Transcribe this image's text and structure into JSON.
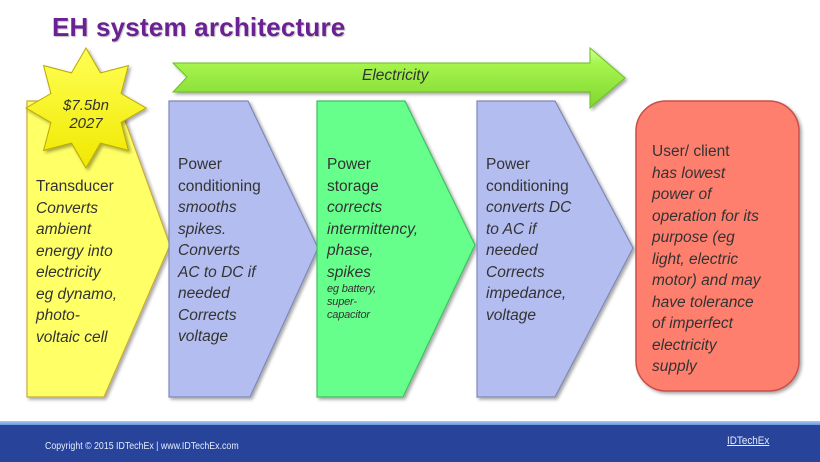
{
  "slide": {
    "title": "EH system architecture",
    "flow_arrow_label": "Electricity",
    "badge": {
      "line1": "$7.5bn",
      "line2": "2027",
      "icon": "star-burst"
    },
    "stages": [
      {
        "heading": "Transducer",
        "lines": [
          "Converts",
          "ambient",
          "energy into",
          "electricity",
          "eg dynamo,",
          "photo-",
          "voltaic cell"
        ],
        "color": "#ffff66"
      },
      {
        "heading_lines": [
          "Power",
          "conditioning"
        ],
        "lines": [
          "smooths",
          "spikes.",
          "Converts",
          "AC to DC if",
          "needed",
          "Corrects",
          "voltage"
        ],
        "color": "#b4bdf0"
      },
      {
        "heading_lines": [
          "Power",
          "storage"
        ],
        "lines": [
          "corrects",
          "intermittency,",
          "phase,",
          "spikes"
        ],
        "small_lines": [
          "eg battery,",
          "super-",
          "capacitor"
        ],
        "color": "#66ff8c"
      },
      {
        "heading_lines": [
          "Power",
          "conditioning"
        ],
        "lines": [
          "converts DC",
          "to AC if",
          "needed",
          "Corrects",
          "impedance,",
          "voltage"
        ],
        "color": "#b4bdf0"
      },
      {
        "heading": "User/ client",
        "lines": [
          "has lowest",
          "power of",
          "operation for its",
          "purpose (eg",
          "light, electric",
          "motor) and may",
          "have tolerance",
          "of imperfect",
          "electricity",
          "supply"
        ],
        "color": "#ff7f6e"
      }
    ]
  },
  "footer": {
    "copyright": "Copyright © 2015 IDTechEx  |  www.IDTechEx.com",
    "brand": "IDTechEx",
    "background": "#27449a"
  },
  "colors": {
    "title": "#6b2193",
    "arrow": "#99ee44",
    "yellow": "#ffff66",
    "blue": "#b4bdf0",
    "green": "#66ff8c",
    "red": "#ff7f6e"
  }
}
